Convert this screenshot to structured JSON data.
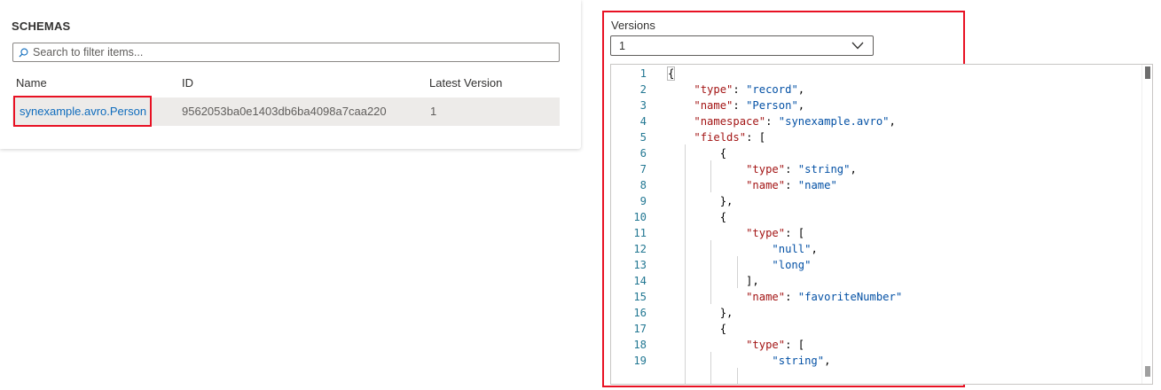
{
  "schemas": {
    "title": "SCHEMAS",
    "search_placeholder": "Search to filter items...",
    "columns": [
      "Name",
      "ID",
      "Latest Version"
    ],
    "rows": [
      {
        "name": "synexample.avro.Person",
        "id": "9562053ba0e1403db6ba4098a7caa220",
        "latest_version": "1"
      }
    ]
  },
  "versions": {
    "label": "Versions",
    "selected": "1"
  },
  "editor": {
    "line_numbers": [
      "1",
      "2",
      "3",
      "4",
      "5",
      "6",
      "7",
      "8",
      "9",
      "10",
      "11",
      "12",
      "13",
      "14",
      "15",
      "16",
      "17",
      "18",
      "19"
    ],
    "lines": [
      "{",
      "    \"type\": \"record\",",
      "    \"name\": \"Person\",",
      "    \"namespace\": \"synexample.avro\",",
      "    \"fields\": [",
      "        {",
      "            \"type\": \"string\",",
      "            \"name\": \"name\"",
      "        },",
      "        {",
      "            \"type\": [",
      "                \"null\",",
      "                \"long\"",
      "            ],",
      "            \"name\": \"favoriteNumber\"",
      "        },",
      "        {",
      "            \"type\": [",
      "                \"string\","
    ]
  },
  "colors": {
    "link": "#0f6cbd",
    "highlight_border": "#e81123",
    "json_key": "#a31515",
    "json_string": "#0451a5",
    "line_number": "#237893"
  }
}
